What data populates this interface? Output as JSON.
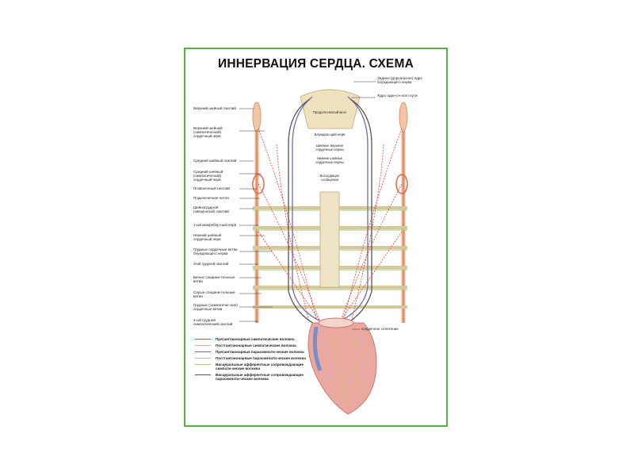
{
  "poster": {
    "title": "ИННЕРВАЦИЯ СЕРДЦА. СХЕМА",
    "left_labels": [
      "Верхний шейный ганглий",
      "Верхний шейный (симпатический) сердечный нерв",
      "Средний шейный ганглий",
      "Средний шейный (симпатический) сердечный нерв",
      "Позвоночный ганглий",
      "Подключичная петля",
      "Шейногрудной (звездчатый) ганглий",
      "1-ый межребер-ный нерв",
      "Нижний шейный сердечный нерв",
      "Грудные сердечные ветви блуждающего нерва",
      "3-ий грудной ганглий",
      "Белые соедини-тельные ветви",
      "Серые соедини-тельные ветви",
      "Грудные (симпатичес-кие) сердечные ветви",
      "4-ый грудной симпатический ганглий"
    ],
    "center_labels": [
      "Продолго-ватый мозг",
      "Блуждаю-щий нерв",
      "Шейные верхние сердечные нервы",
      "Нижние шейные сердечные нервы",
      "Восходящее сообщение"
    ],
    "right_labels": [
      "Заднее (дорсальное) ядро блуждающего нерва",
      "Ядро один-оч-ного пути",
      "Сердечное сплетение"
    ],
    "legend": [
      {
        "label": "Преганглионарные симпатические волокна",
        "color": "#e0453a"
      },
      {
        "label": "Постганглионарные симпатические волокна",
        "color": "#f0a08a"
      },
      {
        "label": "Преганглионарные парасимпати-ческие волокна",
        "color": "#6a6fa8"
      },
      {
        "label": "Постганглионарные парасимпати-ческие волокна",
        "color": "#b9b3dc"
      },
      {
        "label": "Висцеральные афферентные сопровождающие симпати-ческие волокна",
        "color": "#a8cf6a"
      },
      {
        "label": "Висцеральные афферентные сопровождающие парасимпати-ческие волокна",
        "color": "#555555"
      }
    ],
    "border_color": "#5cae4a"
  }
}
